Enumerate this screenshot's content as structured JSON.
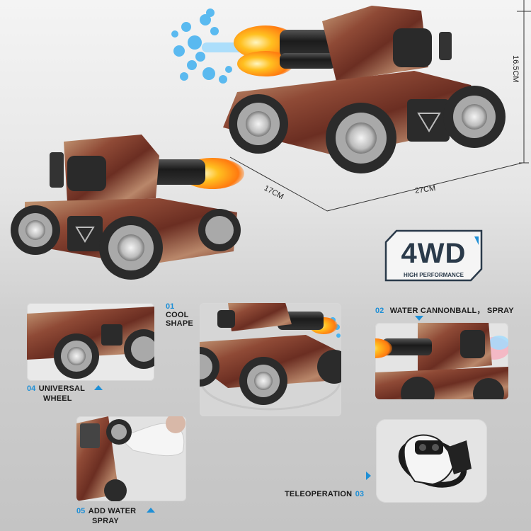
{
  "dimensions": {
    "height": "16.5CM",
    "width": "17CM",
    "length": "27CM"
  },
  "badge": {
    "title": "4WD",
    "subtitle": "HIGH PERFORMANCE",
    "accent_color": "#1e8fd6",
    "text_color": "#2a3a4a"
  },
  "features": [
    {
      "number": "01",
      "line1": "COOL",
      "line2": "SHAPE"
    },
    {
      "number": "02",
      "label": "WATER CANNONBALL， SPRAY"
    },
    {
      "number": "03",
      "label": "TELEOPERATION"
    },
    {
      "number": "04",
      "line1": "UNIVERSAL",
      "line2": "WHEEL"
    },
    {
      "number": "05",
      "line1": "ADD WATER",
      "line2": "SPRAY"
    }
  ],
  "colors": {
    "camo_dark": "#6b2e22",
    "camo_mid": "#8f4a36",
    "camo_light": "#c69c78",
    "wheel_dark": "#2b2b2b",
    "wheel_grey": "#a9a9a9",
    "flame": "#ffa020",
    "water": "#4ab4f0"
  }
}
